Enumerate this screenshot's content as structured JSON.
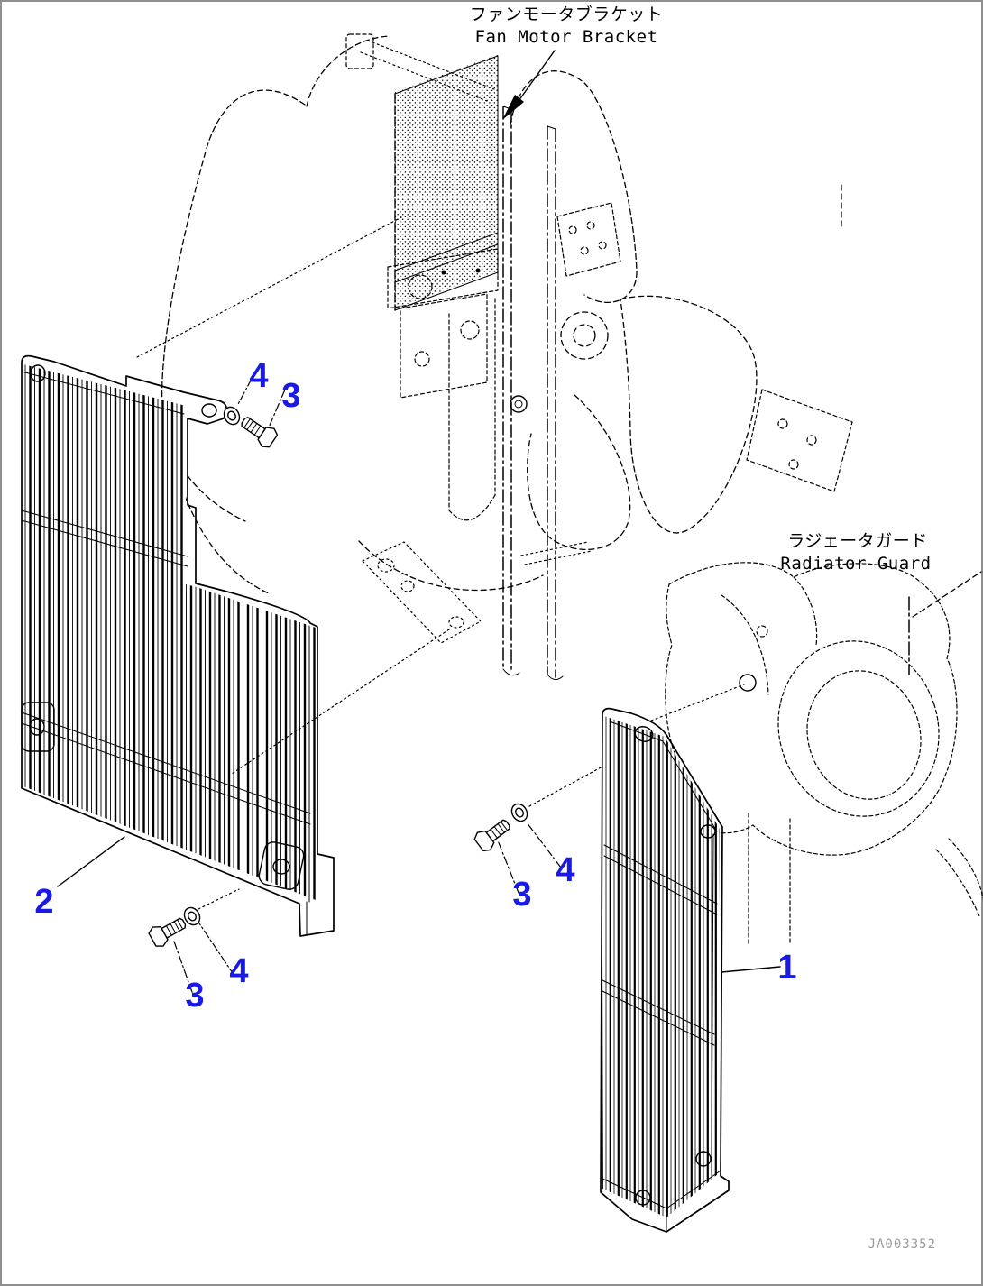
{
  "page": {
    "background": "#ffffff",
    "frame_color": "#8f8f8f",
    "line_color": "#000000",
    "callout_color": "#1a1ae6",
    "watermark_color": "#9a9a9a"
  },
  "labels": {
    "fan_motor_bracket": {
      "jp": "ファンモータブラケット",
      "en": "Fan Motor Bracket"
    },
    "radiator_guard": {
      "jp": "ラジェータガード",
      "en": "Radiator Guard"
    }
  },
  "callouts": {
    "upper_washer": "4",
    "upper_bolt": "3",
    "left_guard": "2",
    "lower_left_washer": "4",
    "lower_left_bolt": "3",
    "middle_washer": "4",
    "middle_bolt": "3",
    "right_guard": "1"
  },
  "watermark": "JA003352"
}
